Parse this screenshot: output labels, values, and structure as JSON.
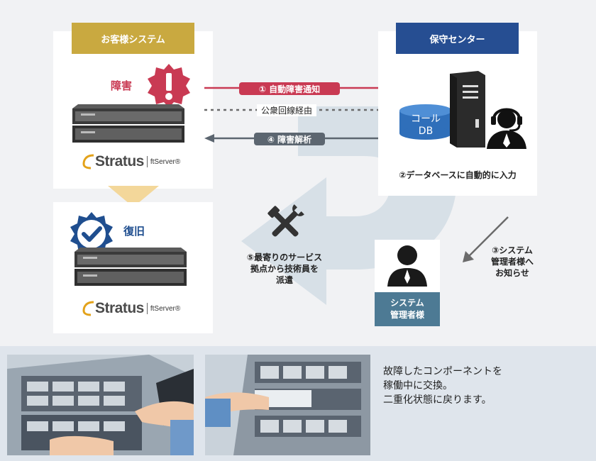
{
  "customer": {
    "header": "お客様システム",
    "fault_label": "障害",
    "recovered_label": "復旧",
    "logo_brand": "Stratus",
    "logo_product": "ftServer®"
  },
  "center": {
    "header": "保守センター",
    "db_label_line1": "コール",
    "db_label_line2": "DB",
    "step2": "②データベースに自動的に入力"
  },
  "arrows": {
    "step1": "① 自動障害通知",
    "public_line": "公衆回線経由",
    "step4": "④ 障害解析"
  },
  "admin": {
    "step3_lines": [
      "③システム",
      "管理者様へ",
      "お知らせ"
    ],
    "box_lines": [
      "システム",
      "管理者様"
    ]
  },
  "dispatch": {
    "step5_lines": [
      "⑤最寄りのサービス",
      "拠点から技術員を",
      "派遣"
    ]
  },
  "bottom": {
    "note_lines": [
      "故障したコンポーネントを",
      "稼働中に交換。",
      "二重化状態に戻ります。"
    ]
  },
  "colors": {
    "customer_header": "#c9a940",
    "center_header": "#264e92",
    "fault_red": "#c93a53",
    "analysis_gray": "#5c6670",
    "admin_blue": "#4d7a94",
    "check_blue": "#1f4e8f",
    "recovered_blue": "#1f4e8f"
  },
  "icons": [
    "alert-badge-icon",
    "check-badge-icon",
    "server-tower-icon",
    "operator-headset-icon",
    "user-silhouette-icon",
    "wrench-icon",
    "database-icon"
  ]
}
